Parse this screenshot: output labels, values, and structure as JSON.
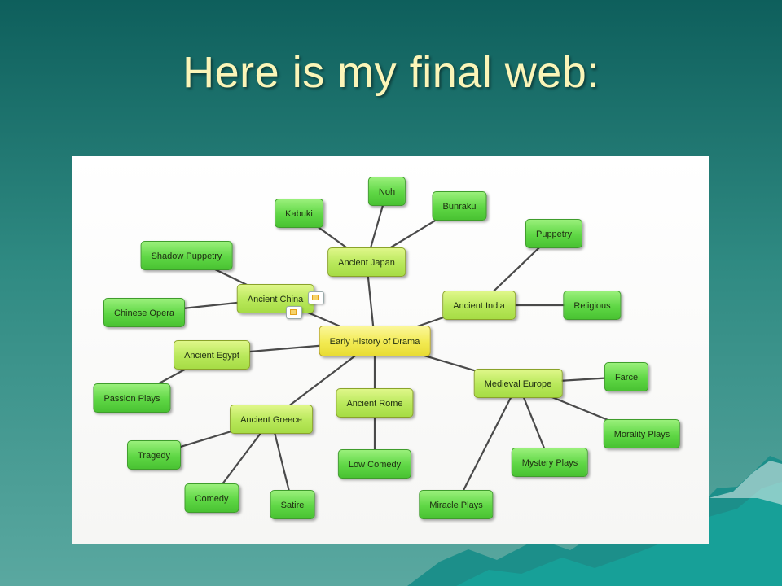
{
  "slide": {
    "title": "Here is my final web:"
  },
  "web": {
    "root": {
      "id": "root",
      "label": "Early History of Drama"
    },
    "hubs": [
      {
        "id": "japan",
        "label": "Ancient Japan"
      },
      {
        "id": "china",
        "label": "Ancient China"
      },
      {
        "id": "india",
        "label": "Ancient India"
      },
      {
        "id": "egypt",
        "label": "Ancient Egypt"
      },
      {
        "id": "greece",
        "label": "Ancient Greece"
      },
      {
        "id": "rome",
        "label": "Ancient Rome"
      },
      {
        "id": "europe",
        "label": "Medieval Europe"
      }
    ],
    "leaves": [
      {
        "id": "noh",
        "label": "Noh",
        "parent": "japan"
      },
      {
        "id": "kabuki",
        "label": "Kabuki",
        "parent": "japan"
      },
      {
        "id": "bunraku",
        "label": "Bunraku",
        "parent": "japan"
      },
      {
        "id": "shadow",
        "label": "Shadow Puppetry",
        "parent": "china"
      },
      {
        "id": "opera",
        "label": "Chinese Opera",
        "parent": "china"
      },
      {
        "id": "puppetry",
        "label": "Puppetry",
        "parent": "india"
      },
      {
        "id": "religious",
        "label": "Religious",
        "parent": "india"
      },
      {
        "id": "passion",
        "label": "Passion Plays",
        "parent": "egypt"
      },
      {
        "id": "tragedy",
        "label": "Tragedy",
        "parent": "greece"
      },
      {
        "id": "comedy",
        "label": "Comedy",
        "parent": "greece"
      },
      {
        "id": "satire",
        "label": "Satire",
        "parent": "greece"
      },
      {
        "id": "lowcomedy",
        "label": "Low Comedy",
        "parent": "rome"
      },
      {
        "id": "farce",
        "label": "Farce",
        "parent": "europe"
      },
      {
        "id": "morality",
        "label": "Morality Plays",
        "parent": "europe"
      },
      {
        "id": "mystery",
        "label": "Mystery Plays",
        "parent": "europe"
      },
      {
        "id": "miracle",
        "label": "Miracle Plays",
        "parent": "europe"
      }
    ],
    "icons": [
      "note-edit-icon",
      "note-attach-icon"
    ]
  }
}
